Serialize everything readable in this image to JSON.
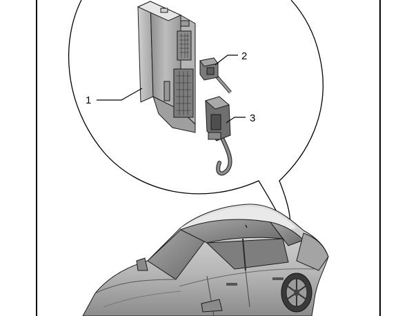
{
  "callouts": [
    {
      "number": "1",
      "part": "control-unit"
    },
    {
      "number": "2",
      "part": "connector-small"
    },
    {
      "number": "3",
      "part": "connector-with-cable"
    }
  ],
  "colors": {
    "line": "#000000",
    "part_light": "#d8d8d8",
    "part_mid": "#a9a9a9",
    "part_dark": "#6e6e6e",
    "car_body": "#bdbdbd",
    "glass": "#8a8a8a"
  }
}
